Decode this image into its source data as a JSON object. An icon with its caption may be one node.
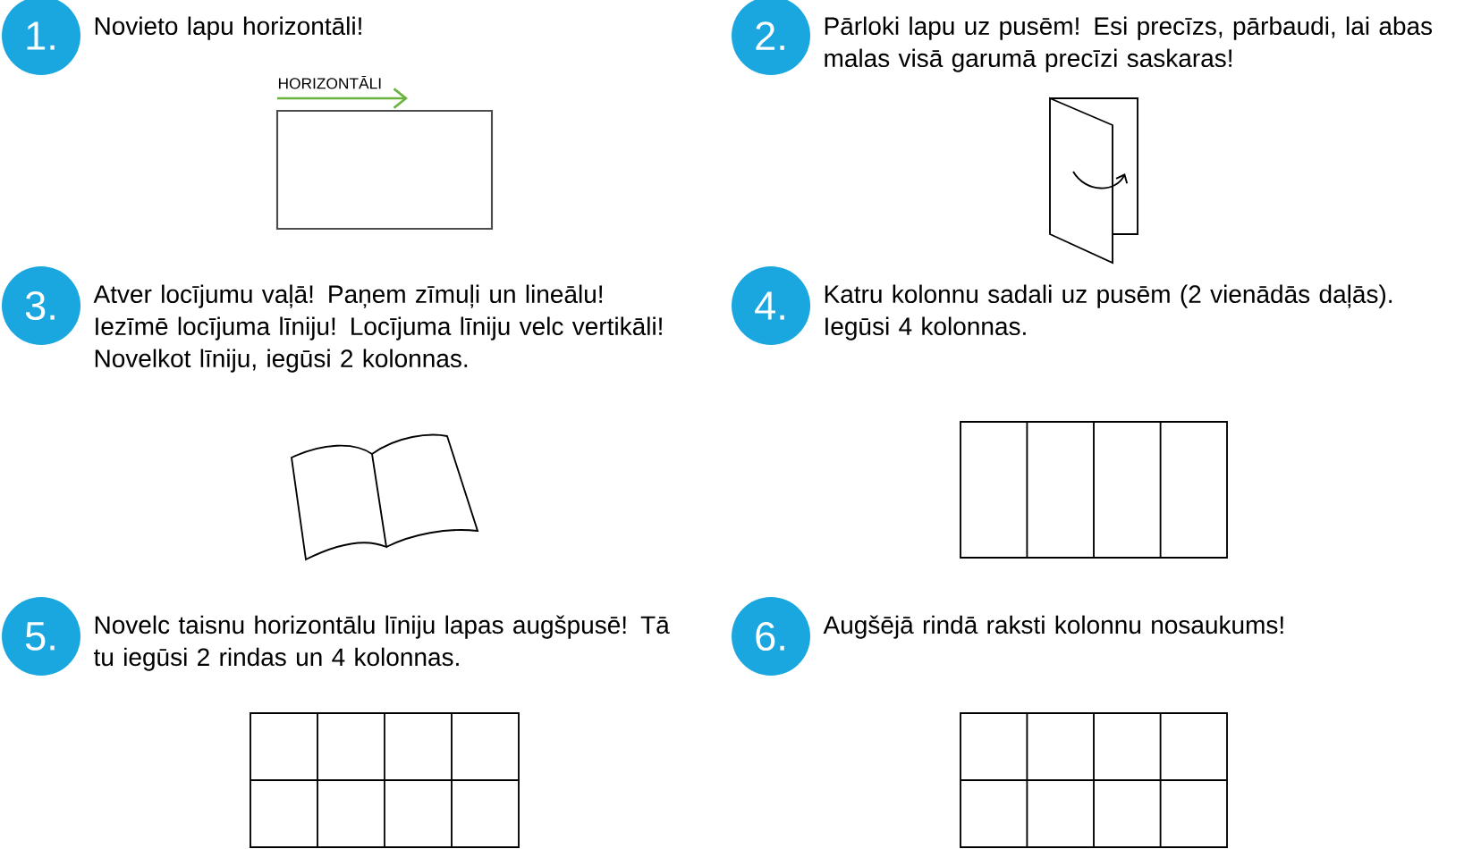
{
  "diagram": {
    "nodes": [
      {
        "text": [
          "1."
        ],
        "beside": [
          "Novieto lapu horizontāli!"
        ]
      },
      {
        "text": [
          "2."
        ],
        "beside": [
          "Pārloki lapu uz pusēm! Esi precīzs, pārbaudi, lai abas malas visā garumā precīzi saskaras!"
        ]
      },
      {
        "text": [
          "3."
        ],
        "beside": [
          "Atver locījumu vaļā! Paņem zīmuļi un lineālu! Iezīmē locījuma līniju! Locījuma līniju velc vertikāli! Novelkot līniju, iegūsi 2 kolonnas."
        ]
      },
      {
        "text": [
          "4."
        ],
        "beside": [
          "Katru kolonnu sadali uz pusēm (2 vienādās daļās). Iegūsi 4 kolonnas."
        ]
      },
      {
        "text": [
          "5."
        ],
        "beside": [
          "Novelc taisnu horizontālu līniju lapas augšpusē! Tā tu iegūsi 2 rindas un 4 kolonnas."
        ]
      },
      {
        "text": [
          "6."
        ],
        "beside": [
          "Augšējā rindā raksti kolonnu nosaukums!"
        ]
      }
    ],
    "labels": [
      "HORIZONTĀLI"
    ]
  }
}
